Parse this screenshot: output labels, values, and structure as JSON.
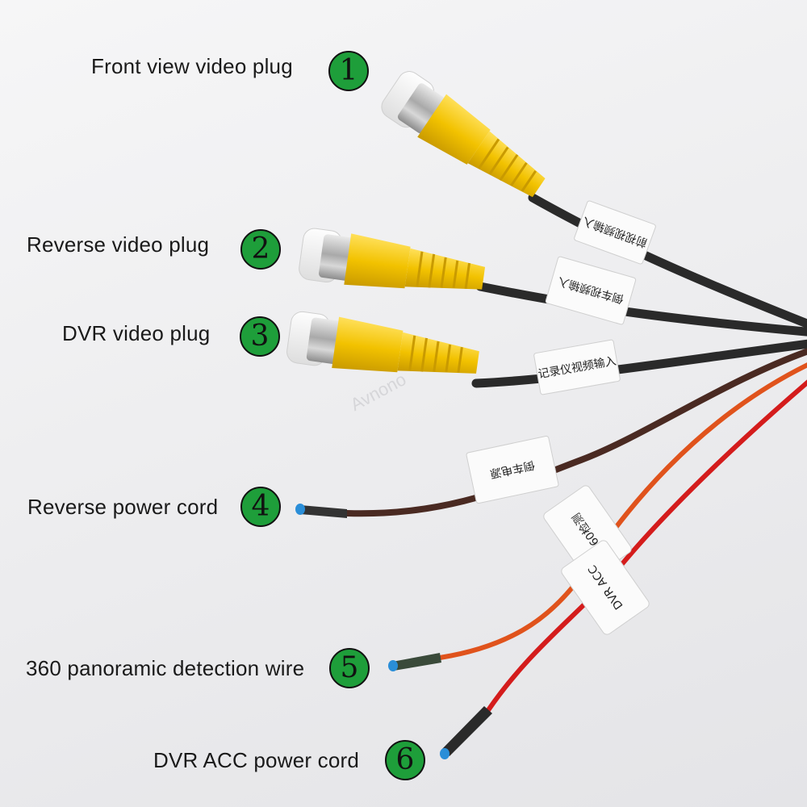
{
  "callouts": [
    {
      "number": "1",
      "label": "Front view video plug"
    },
    {
      "number": "2",
      "label": "Reverse video plug"
    },
    {
      "number": "3",
      "label": "DVR video plug"
    },
    {
      "number": "4",
      "label": "Reverse power cord"
    },
    {
      "number": "5",
      "label": "360 panoramic detection wire"
    },
    {
      "number": "6",
      "label": "DVR ACC power cord"
    }
  ],
  "wire_tags": {
    "front": "前视视频输入",
    "reverse_video": "倒车视频输入",
    "dvr_video": "记录仪视频输入",
    "reverse_power": "倒车电源",
    "panoramic": "360检测",
    "dvr_acc": "DVR ACC"
  },
  "watermark": "Avnono",
  "colors": {
    "badge": "#1e9e3a",
    "plug_yellow": "#f2c200",
    "cable_black": "#2a2a2a",
    "cable_brown": "#4a2a22",
    "cable_orange": "#e0531c",
    "cable_red": "#d41c1c",
    "tip_blue": "#2a8ed8"
  }
}
